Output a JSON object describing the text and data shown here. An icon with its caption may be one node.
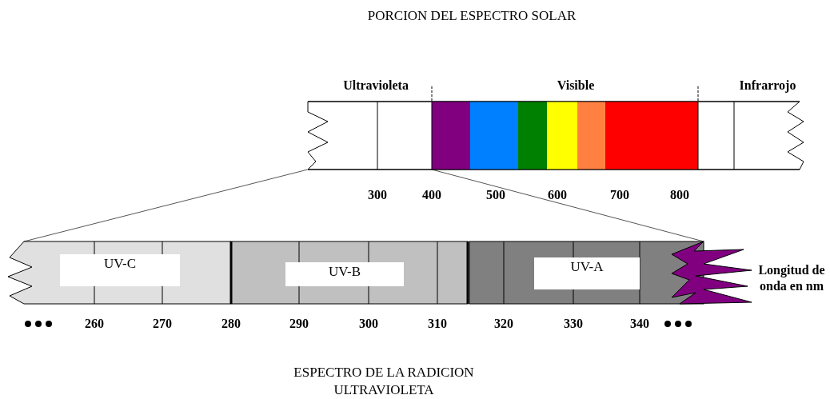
{
  "diagram": {
    "title": "PORCION DEL ESPECTRO SOLAR",
    "caption": "ESPECTRO DE LA RADICION ULTRAVIOLETA",
    "nodes": [
      {
        "text": [],
        "shape": "bar"
      },
      {
        "text": [],
        "shape": "bar"
      },
      {
        "text": [
          "UV-C"
        ],
        "in": 1
      },
      {
        "text": [
          "UV-B"
        ],
        "in": 1
      },
      {
        "text": [
          "UV-A"
        ],
        "in": 1
      }
    ],
    "edges": [
      {
        "from": 0,
        "to": 1,
        "arrow": "none"
      },
      {
        "from": 0,
        "to": 1,
        "arrow": "none"
      }
    ],
    "labels": [
      "Ultravioleta",
      "Visible",
      "Infrarrojo",
      "300",
      "400",
      "500",
      "600",
      "700",
      "800",
      "Longitud de onda en nm",
      "260",
      "270",
      "280",
      "290",
      "300",
      "310",
      "320",
      "330",
      "340"
    ]
  }
}
